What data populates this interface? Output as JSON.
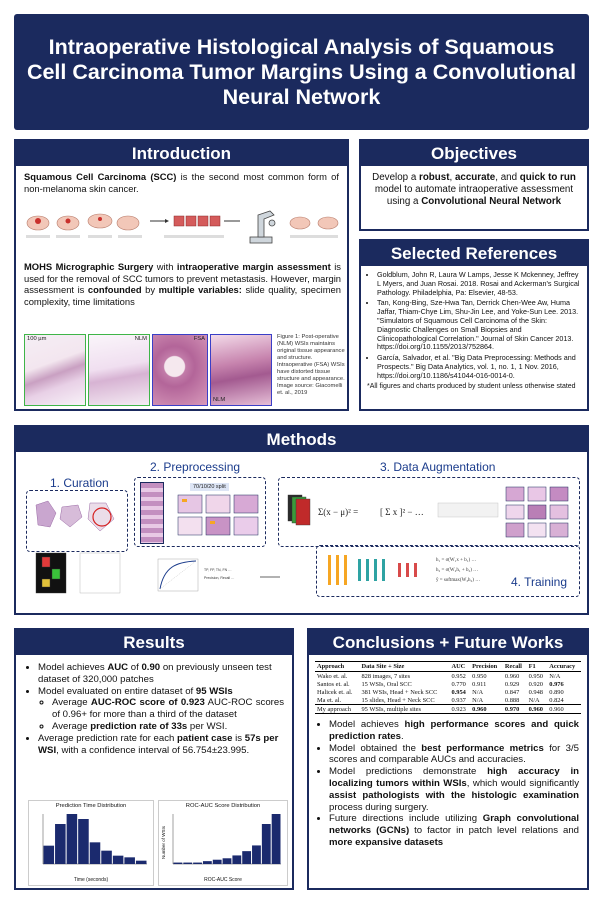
{
  "title": "Intraoperative Histological Analysis of Squamous Cell Carcinoma Tumor Margins Using a Convolutional Neural Network",
  "introduction": {
    "header": "Introduction",
    "p1_bold": "Squamous Cell Carcinoma (SCC)",
    "p1_rest": " is the second most common form of non-melanoma skin cancer.",
    "p2_bold1": "MOHS Micrographic Surgery",
    "p2_mid1": " with ",
    "p2_bold2": "intraoperative margin assessment",
    "p2_mid2": " is used for the removal of SCC tumors to prevent metastasis. However, margin assessment is ",
    "p2_bold3": "confounded",
    "p2_mid3": " by ",
    "p2_bold4": "multiple variables:",
    "p2_rest": " slide quality, specimen complexity, time limitations",
    "figure_caption": "Figure 1: Post-operative (NLM) WSIs maintains original tissue appearance and structure. Intraoperative (FSA) WSIs have distorted tissue structure and appearance. Image source: Giacomelli et. al., 2019",
    "fig_labels": [
      "NLM",
      "FSA",
      "NLM"
    ],
    "scale_label": "100 µm"
  },
  "objectives": {
    "header": "Objectives",
    "t1": "Develop a ",
    "b1": "robust",
    "t2": ", ",
    "b2": "accurate",
    "t3": ", and ",
    "b3": "quick to run",
    "t4": " model to automate intraoperative assessment using a ",
    "b4": "Convolutional Neural Network"
  },
  "references": {
    "header": "Selected References",
    "items": [
      "Goldblum, John R, Laura W Lamps, Jesse K Mckenney, Jeffrey L Myers, and Juan Rosai. 2018. Rosai and Ackerman's Surgical Pathology. Philadelphia, Pa: Elsevier, 48-53.",
      "Tan, Kong-Bing, Sze-Hwa Tan, Derrick Chen-Wee Aw, Huma Jaffar, Thiam-Chye Lim, Shu-Jin Lee, and Yoke-Sun Lee. 2013. \"Simulators of Squamous Cell Carcinoma of the Skin: Diagnostic Challenges on Small Biopsies and Clinicopathological Correlation.\" Journal of Skin Cancer 2013. https://doi.org/10.1155/2013/752864.",
      "García, Salvador, et al. \"Big Data Preprocessing: Methods and Prospects.\" Big Data Analytics, vol. 1, no. 1, 1 Nov. 2016, https://doi.org/10.1186/s41044-016-0014-0."
    ],
    "note": "*All figures and charts produced by student unless otherwise stated"
  },
  "methods": {
    "header": "Methods",
    "steps": [
      "1. Curation",
      "2. Preprocessing",
      "3. Data Augmentation",
      "4. Training"
    ],
    "split_label": "70/10/20 split"
  },
  "results": {
    "header": "Results",
    "b1_t1": "Model achieves ",
    "b1_b1": "AUC",
    "b1_t2": " of ",
    "b1_b2": "0.90",
    "b1_t3": " on previously unseen test dataset of 320,000 patches",
    "b2_t1": "Model evaluated on entire dataset of ",
    "b2_b1": "95 WSIs",
    "s1_t1": "Average ",
    "s1_b1": "AUC-ROC score of 0.923",
    "s1_t2": " AUC-ROC scores of 0.96+ for more than a third of the dataset",
    "s2_t1": "Average ",
    "s2_b1": "prediction rate of 33s",
    "s2_t2": " per WSI.",
    "b3_t1": "Average prediction rate for each ",
    "b3_b1": "patient case",
    "b3_t2": " is ",
    "b3_b2": "57s per WSI",
    "b3_t3": ", with a confidence interval of 56.754±23.995.",
    "chart1_title": "Prediction Time Distribution",
    "chart1_xlabel": "Time (seconds)",
    "chart2_title": "ROC-AUC Score Distribution",
    "chart2_xlabel": "ROC-AUC Score",
    "chart2_ylabel": "Number of WSIs"
  },
  "chart_data": [
    {
      "type": "bar",
      "title": "Prediction Time Distribution",
      "xlabel": "Time (seconds)",
      "ylabel": "",
      "values": [
        11,
        24,
        30,
        27,
        13,
        8,
        5,
        4,
        2
      ],
      "ylim": [
        0,
        30
      ]
    },
    {
      "type": "bar",
      "title": "ROC-AUC Score Distribution",
      "xlabel": "ROC-AUC Score",
      "ylabel": "Number of WSIs",
      "values": [
        1,
        1,
        1,
        2,
        3,
        4,
        6,
        9,
        13,
        28,
        35
      ],
      "ylim": [
        0,
        35
      ]
    }
  ],
  "conclusions": {
    "header": "Conclusions + Future Works",
    "table": {
      "headers": [
        "Approach",
        "Data Site + Size",
        "AUC",
        "Precision",
        "Recall",
        "F1",
        "Accuracy"
      ],
      "rows": [
        [
          "Wako et. al.",
          "828 images, 7 sites",
          "0.952",
          "0.950",
          "0.960",
          "0.950",
          "N/A"
        ],
        [
          "Santos et. al.",
          "15 WSIs, Oral SCC",
          "0.770",
          "0.911",
          "0.929",
          "0.920",
          "0.976"
        ],
        [
          "Halicek et. al.",
          "381 WSIs, Head + Neck SCC",
          "0.954",
          "N/A",
          "0.847",
          "0.948",
          "0.890"
        ],
        [
          "Ma et. al.",
          "15 slides, Head + Neck SCC",
          "0.937",
          "N/A",
          "0.888",
          "N/A",
          "0.824"
        ],
        [
          "My approach",
          "95 WSIs, multiple sites",
          "0.923",
          "0.960",
          "0.970",
          "0.960",
          "0.960"
        ]
      ]
    },
    "c1_t1": "Model achieves ",
    "c1_b1": "high performance scores and quick prediction rates",
    "c1_t2": ".",
    "c2_t1": "Model obtained the ",
    "c2_b1": "best performance metrics",
    "c2_t2": " for 3/5 scores and comparable AUCs and accuracies.",
    "c3_t1": "Model predictions demonstrate ",
    "c3_b1": "high accuracy in localizing tumors within WSIs",
    "c3_t2": ", which would significantly ",
    "c3_b2": "assist pathologists with the histologic examination",
    "c3_t3": " process during surgery.",
    "c4_t1": "Future directions include utilizing ",
    "c4_b1": "Graph convolutional networks (GCNs)",
    "c4_t2": " to factor in patch level relations and ",
    "c4_b2": "more expansive datasets"
  }
}
